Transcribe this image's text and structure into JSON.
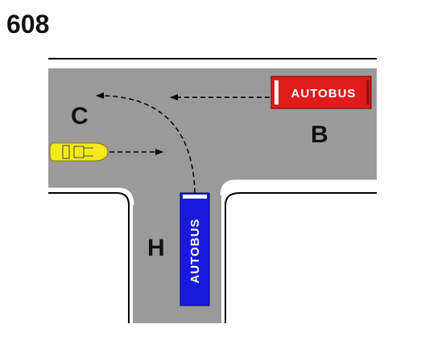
{
  "question_number": "608",
  "labels": {
    "c": "C",
    "b": "B",
    "h": "H"
  },
  "buses": {
    "red": {
      "text": "AUTOBUS",
      "color": "#e01b1b"
    },
    "blue": {
      "text": "AUTOBUS",
      "color": "#1a1adc"
    }
  },
  "colors": {
    "road": "#9a9a9a",
    "line": "#000000",
    "car": "#f5ea1a"
  }
}
